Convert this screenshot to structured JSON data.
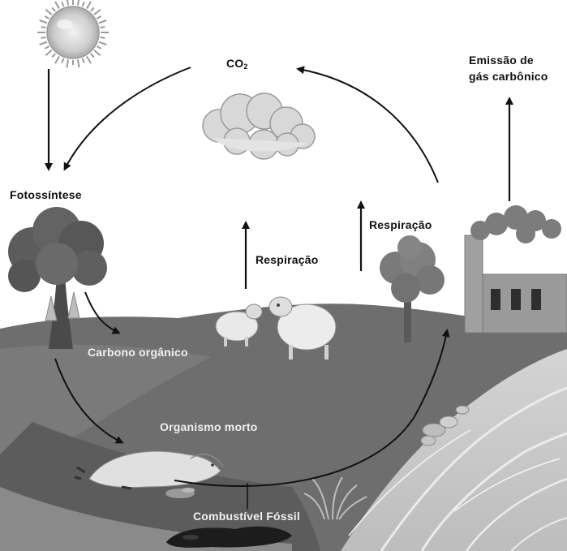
{
  "labels": {
    "co2_text": "CO",
    "co2_subscript": "2",
    "emissao_line1": "Emissão de",
    "emissao_line2": "gás carbônico",
    "fotossintese": "Fotossíntese",
    "respiracao_animais": "Respiração",
    "respiracao_plantas": "Respiração",
    "carbono_organico": "Carbono orgânico",
    "organismo_morto": "Organismo morto",
    "combustivel_fossil": "Combustível Fóssil"
  },
  "colors": {
    "ground": "#6e6e6e",
    "ground_dark": "#5a5a5a",
    "water": "#c8c8c8",
    "tree_foliage": "#5c5c5c",
    "arrow": "#111111"
  },
  "icons": [
    "sun-icon",
    "cloud-icon",
    "tree-icon",
    "sheep-icon",
    "factory-icon",
    "smoke-icon",
    "dead-animal-icon",
    "oil-puddle-icon",
    "grass-icon",
    "stones-icon"
  ]
}
